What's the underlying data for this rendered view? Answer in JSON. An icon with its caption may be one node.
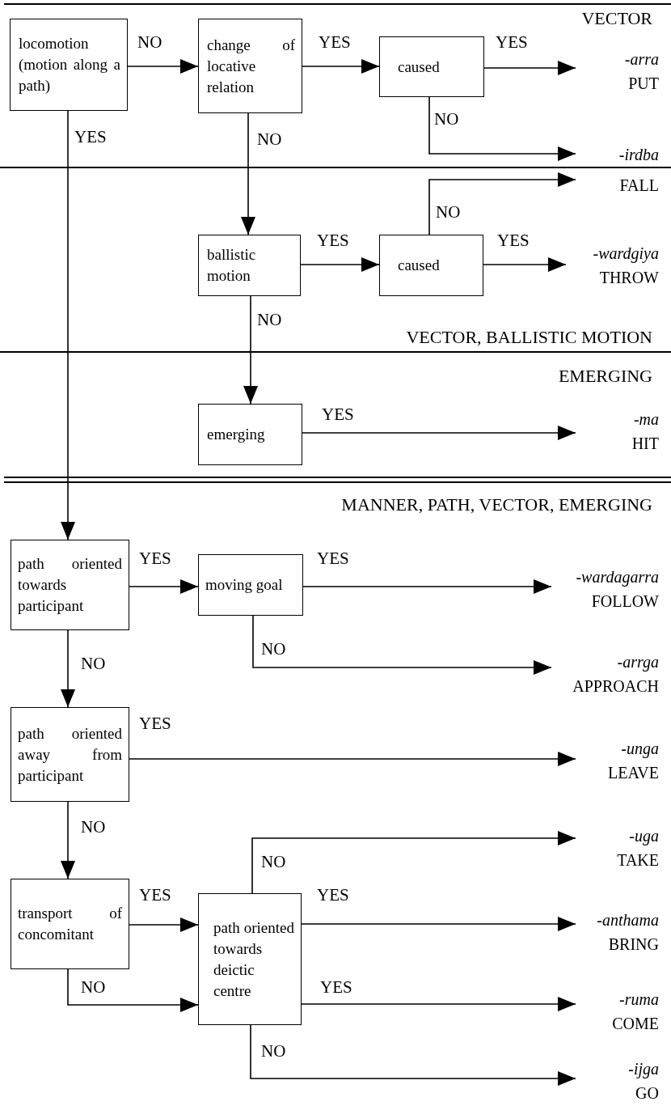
{
  "diagram": {
    "nodes": [
      {
        "text": [
          "locomotion (motion along a path)"
        ]
      },
      {
        "text": [
          "change of locative relation"
        ]
      },
      {
        "text": [
          "caused"
        ]
      },
      {
        "text": [
          "-arra",
          "PUT"
        ]
      },
      {
        "text": [
          "-irdba",
          "FALL"
        ]
      },
      {
        "text": [
          "ballistic motion"
        ]
      },
      {
        "text": [
          "caused"
        ]
      },
      {
        "text": [
          "-wardgiya",
          "THROW"
        ]
      },
      {
        "text": [
          "emerging"
        ]
      },
      {
        "text": [
          "-ma",
          "HIT"
        ]
      },
      {
        "text": [
          "path oriented towards participant"
        ]
      },
      {
        "text": [
          "moving goal"
        ]
      },
      {
        "text": [
          "-wardagarra",
          "FOLLOW"
        ]
      },
      {
        "text": [
          "-arrga",
          "APPROACH"
        ]
      },
      {
        "text": [
          "path oriented away from participant"
        ]
      },
      {
        "text": [
          "-unga",
          "LEAVE"
        ]
      },
      {
        "text": [
          "transport of concomitant"
        ]
      },
      {
        "text": [
          "path oriented towards deictic centre"
        ]
      },
      {
        "text": [
          "-uga",
          "TAKE"
        ]
      },
      {
        "text": [
          "-anthama",
          "BRING"
        ]
      },
      {
        "text": [
          "-ruma",
          "COME"
        ]
      },
      {
        "text": [
          "-ijga",
          "GO"
        ]
      }
    ],
    "edges": [
      {
        "from": 0,
        "to": 1,
        "arrow": "to",
        "label": "NO"
      },
      {
        "from": 1,
        "to": 2,
        "arrow": "to",
        "label": "YES"
      },
      {
        "from": 2,
        "to": 3,
        "arrow": "to",
        "label": "YES"
      },
      {
        "from": 2,
        "to": 4,
        "arrow": "to",
        "label": "NO"
      },
      {
        "from": 1,
        "to": 5,
        "arrow": "to",
        "label": "NO"
      },
      {
        "from": 5,
        "to": 6,
        "arrow": "to",
        "label": "YES"
      },
      {
        "from": 6,
        "to": 4,
        "arrow": "to",
        "label": "NO"
      },
      {
        "from": 6,
        "to": 7,
        "arrow": "to",
        "label": "YES"
      },
      {
        "from": 5,
        "to": 8,
        "arrow": "to",
        "label": "NO"
      },
      {
        "from": 8,
        "to": 9,
        "arrow": "to",
        "label": "YES"
      },
      {
        "from": 0,
        "to": 10,
        "arrow": "to",
        "label": "YES"
      },
      {
        "from": 10,
        "to": 11,
        "arrow": "to",
        "label": "YES"
      },
      {
        "from": 11,
        "to": 12,
        "arrow": "to",
        "label": "YES"
      },
      {
        "from": 11,
        "to": 13,
        "arrow": "to",
        "label": "NO"
      },
      {
        "from": 10,
        "to": 14,
        "arrow": "to",
        "label": "NO"
      },
      {
        "from": 14,
        "to": 15,
        "arrow": "to",
        "label": "YES"
      },
      {
        "from": 14,
        "to": 16,
        "arrow": "to",
        "label": "NO"
      },
      {
        "from": 16,
        "to": 17,
        "arrow": "to",
        "label": "YES"
      },
      {
        "from": 16,
        "to": 17,
        "arrow": "to",
        "label": "NO"
      },
      {
        "from": 17,
        "to": 18,
        "arrow": "to",
        "label": "NO"
      },
      {
        "from": 17,
        "to": 19,
        "arrow": "to",
        "label": "YES"
      },
      {
        "from": 17,
        "to": 20,
        "arrow": "to",
        "label": "YES"
      },
      {
        "from": 17,
        "to": 21,
        "arrow": "to",
        "label": "NO"
      }
    ],
    "labels": [
      "VECTOR",
      "VECTOR, BALLISTIC MOTION",
      "EMERGING",
      "MANNER, PATH, VECTOR, EMERGING"
    ]
  }
}
